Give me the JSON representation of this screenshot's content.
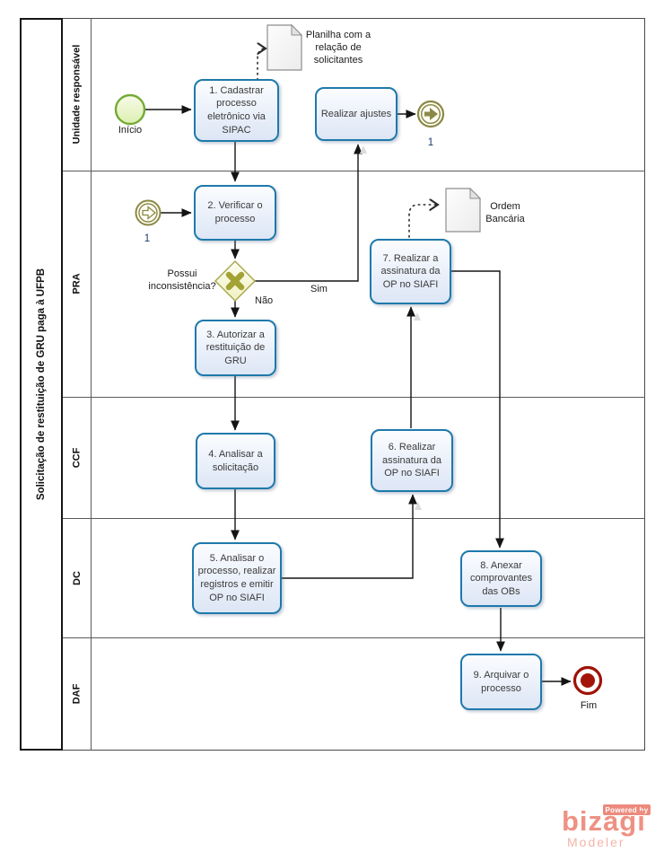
{
  "pool": {
    "title": "Solicitação de restituição de GRU paga à UFPB",
    "lanes": [
      {
        "label": "Unidade responsável"
      },
      {
        "label": "PRA"
      },
      {
        "label": "CCF"
      },
      {
        "label": "DC"
      },
      {
        "label": "DAF"
      }
    ]
  },
  "events": {
    "start": {
      "label": "Início"
    },
    "link_throw": {
      "label": "1"
    },
    "link_catch": {
      "label": "1"
    },
    "end": {
      "label": "Fim"
    }
  },
  "tasks": [
    {
      "label": "1.  Cadastrar processo eletrônico via SIPAC"
    },
    {
      "label": "Realizar ajustes"
    },
    {
      "label": "2. Verificar o processo"
    },
    {
      "label": "3. Autorizar a restituição de GRU"
    },
    {
      "label": "7. Realizar a assinatura da OP no SIAFI"
    },
    {
      "label": "4. Analisar a solicitação"
    },
    {
      "label": "6. Realizar assinatura da OP no SIAFI"
    },
    {
      "label": "5. Analisar o processo, realizar registros e emitir OP no SIAFI"
    },
    {
      "label": "8. Anexar comprovantes das OBs"
    },
    {
      "label": "9. Arquivar o processo"
    }
  ],
  "gateway": {
    "question": "Possui inconsistência?",
    "branch_no": "Não",
    "branch_yes": "Sim"
  },
  "documents": [
    {
      "label": "Planilha com a relação de solicitantes"
    },
    {
      "label": "Ordem Bancária"
    }
  ],
  "footer": {
    "powered_by": "Powered by",
    "brand": "bizagi",
    "product": "Modeler"
  },
  "colors": {
    "task_border": "#1e79ab",
    "task_fill": "#e9effa",
    "start_green": "#74ab36",
    "link_olive": "#8b8946",
    "gateway_yellow": "#f8f8d6",
    "gateway_x": "#a3a236",
    "end_red": "#9f1306",
    "brand_salmon": "#ec8a7d"
  }
}
